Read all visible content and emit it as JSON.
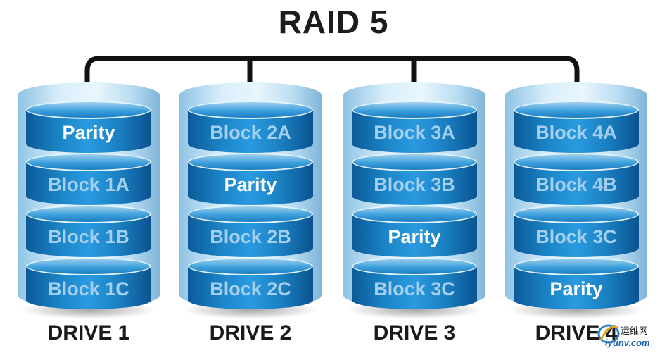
{
  "title": "RAID 5",
  "colors": {
    "disk": "#1c86c8",
    "case": "#d9eefa",
    "parity_text": "#ffffff",
    "block_text": "#a5cfee",
    "wire": "#111111"
  },
  "drives": [
    {
      "label": "DRIVE 1",
      "blocks": [
        "Parity",
        "Block 1A",
        "Block 1B",
        "Block 1C"
      ]
    },
    {
      "label": "DRIVE 2",
      "blocks": [
        "Block 2A",
        "Parity",
        "Block 2B",
        "Block 2C"
      ]
    },
    {
      "label": "DRIVE 3",
      "blocks": [
        "Block 3A",
        "Block 3B",
        "Parity",
        "Block 3C"
      ]
    },
    {
      "label": "DRIVE 4",
      "blocks": [
        "Block 4A",
        "Block 4B",
        "Block 3C",
        "Parity"
      ]
    }
  ],
  "watermark": {
    "name": "运维网",
    "url": "iyunv.com",
    "icon": "site-logo-icon"
  }
}
